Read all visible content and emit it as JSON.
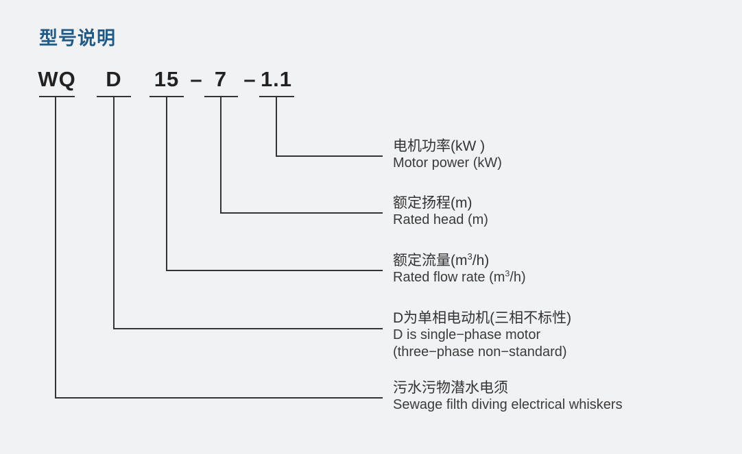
{
  "page": {
    "title": "型号说明",
    "background_color": "#f1f2f4",
    "title_color": "#225a86",
    "line_color": "#333333",
    "text_color": "#333333"
  },
  "model_code": {
    "segments": [
      {
        "text": "WQ",
        "key": "series"
      },
      {
        "text": "D",
        "key": "motor_type"
      },
      {
        "text": "15",
        "key": "flow_rate"
      },
      {
        "text": "7",
        "key": "head"
      },
      {
        "text": "1.1",
        "key": "power"
      }
    ],
    "separators": [
      "–",
      "–"
    ],
    "full_text": "WQ D 15 – 7 – 1.1"
  },
  "callouts": [
    {
      "id": "motor-power",
      "source_segment": "1.1",
      "cn": "电机功率(kW )",
      "en": [
        "Motor power (kW)"
      ]
    },
    {
      "id": "rated-head",
      "source_segment": "7",
      "cn": "额定扬程(m)",
      "en": [
        "Rated head (m)"
      ]
    },
    {
      "id": "rated-flow-rate",
      "source_segment": "15",
      "cn_pre": "额定流量(m",
      "cn_sup": "3",
      "cn_post": "/h)",
      "en_pre": "Rated flow rate (m",
      "en_sup": "3",
      "en_post": "/h)"
    },
    {
      "id": "single-phase-motor",
      "source_segment": "D",
      "cn": "D为单相电动机(三相不标性)",
      "en": [
        "D is single−phase motor",
        "(three−phase non−standard)"
      ]
    },
    {
      "id": "sewage-submersible-pump",
      "source_segment": "WQ",
      "cn": "污水污物潜水电须",
      "en": [
        "Sewage filth diving electrical whiskers"
      ]
    }
  ]
}
